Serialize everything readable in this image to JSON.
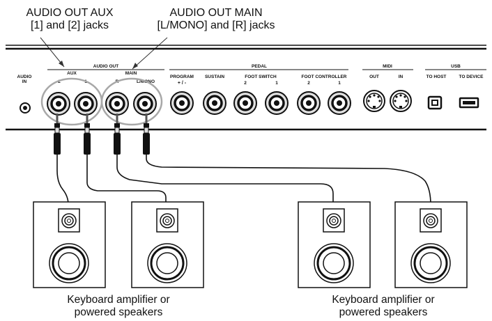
{
  "callouts": {
    "aux_line1": "AUDIO OUT AUX",
    "aux_line2": "[1] and [2] jacks",
    "main_line1": "AUDIO OUT MAIN",
    "main_line2": "[L/MONO] and [R] jacks"
  },
  "panel": {
    "audio_in_line1": "AUDIO",
    "audio_in_line2": "IN",
    "audio_out_header": "AUDIO OUT",
    "aux_label": "AUX",
    "aux_2": "2",
    "aux_1": "1",
    "main_label": "MAIN",
    "main_r": "R",
    "main_lmono": "L/MONO",
    "pedal_header": "PEDAL",
    "program_label": "PROGRAM",
    "program_sub": "+ / -",
    "sustain_label": "SUSTAIN",
    "foot_switch_label": "FOOT SWITCH",
    "fs_2": "2",
    "fs_1": "1",
    "foot_controller_label": "FOOT CONTROLLER",
    "fc_2": "2",
    "fc_1": "1",
    "midi_header": "MIDI",
    "midi_out": "OUT",
    "midi_in": "IN",
    "usb_header": "USB",
    "usb_to_host": "TO HOST",
    "usb_to_device": "TO DEVICE"
  },
  "captions": {
    "left_line1": "Keyboard amplifier or",
    "left_line2": "powered speakers",
    "right_line1": "Keyboard amplifier or",
    "right_line2": "powered speakers"
  }
}
